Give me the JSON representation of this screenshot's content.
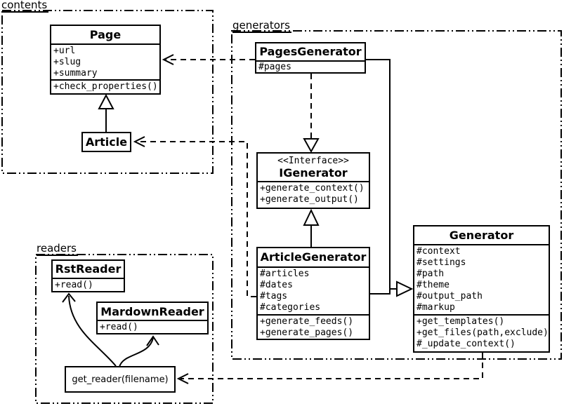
{
  "diagram_type": "uml-class-diagram",
  "colors": {
    "line": "#000000",
    "background": "#ffffff",
    "text": "#000000"
  },
  "packages": {
    "contents": {
      "label": "contents"
    },
    "generators": {
      "label": "generators"
    },
    "readers": {
      "label": "readers"
    }
  },
  "classes": {
    "page": {
      "name": "Page",
      "attributes": [
        "+url",
        "+slug",
        "+summary"
      ],
      "methods": [
        "+check_properties()"
      ]
    },
    "article": {
      "name": "Article"
    },
    "pages_generator": {
      "name": "PagesGenerator",
      "attributes": [
        "#pages"
      ]
    },
    "igenerator": {
      "stereotype": "<<Interface>>",
      "name": "IGenerator",
      "methods": [
        "+generate_context()",
        "+generate_output()"
      ]
    },
    "article_generator": {
      "name": "ArticleGenerator",
      "attributes": [
        "#articles",
        "#dates",
        "#tags",
        "#categories"
      ],
      "methods": [
        "+generate_feeds()",
        "+generate_pages()"
      ]
    },
    "generator": {
      "name": "Generator",
      "attributes": [
        "#context",
        "#settings",
        "#path",
        "#theme",
        "#output_path",
        "#markup"
      ],
      "methods": [
        "+get_templates()",
        "+get_files(path,exclude)",
        "#_update_context()"
      ]
    },
    "rst_reader": {
      "name": "RstReader",
      "methods": [
        "+read()"
      ]
    },
    "mardown_reader": {
      "name": "MardownReader",
      "methods": [
        "+read()"
      ]
    },
    "get_reader": {
      "name": "get_reader(filename)"
    }
  },
  "relationships": [
    {
      "from": "Article",
      "to": "Page",
      "type": "generalization"
    },
    {
      "from": "PagesGenerator",
      "to": "Page",
      "type": "dependency"
    },
    {
      "from": "ArticleGenerator",
      "to": "Article",
      "type": "dependency"
    },
    {
      "from": "PagesGenerator",
      "to": "IGenerator",
      "type": "realization"
    },
    {
      "from": "ArticleGenerator",
      "to": "IGenerator",
      "type": "generalization"
    },
    {
      "from": "PagesGenerator",
      "to": "Generator",
      "type": "generalization"
    },
    {
      "from": "ArticleGenerator",
      "to": "Generator",
      "type": "generalization"
    },
    {
      "from": "Generator",
      "to": "get_reader(filename)",
      "type": "dependency"
    },
    {
      "from": "get_reader(filename)",
      "to": "RstReader",
      "type": "arrow"
    },
    {
      "from": "get_reader(filename)",
      "to": "MardownReader",
      "type": "arrow"
    }
  ]
}
